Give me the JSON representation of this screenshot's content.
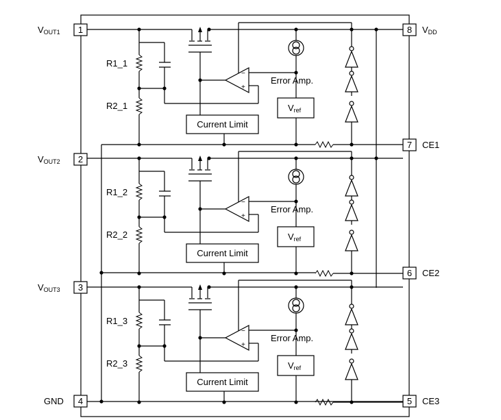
{
  "pins": {
    "vout1": {
      "number": "1",
      "label_main": "V",
      "label_sub": "OUT1"
    },
    "vout2": {
      "number": "2",
      "label_main": "V",
      "label_sub": "OUT2"
    },
    "vout3": {
      "number": "3",
      "label_main": "V",
      "label_sub": "OUT3"
    },
    "gnd": {
      "number": "4",
      "label": "GND"
    },
    "ce3": {
      "number": "5",
      "label": "CE3"
    },
    "ce2": {
      "number": "6",
      "label": "CE2"
    },
    "ce1": {
      "number": "7",
      "label": "CE1"
    },
    "vdd": {
      "number": "8",
      "label_main": "V",
      "label_sub": "DD"
    }
  },
  "channels": [
    {
      "r1": "R1_1",
      "r2": "R2_1",
      "error_amp": "Error Amp.",
      "vref_main": "V",
      "vref_sub": "ref",
      "current_limit": "Current Limit"
    },
    {
      "r1": "R1_2",
      "r2": "R2_2",
      "error_amp": "Error Amp.",
      "vref_main": "V",
      "vref_sub": "ref",
      "current_limit": "Current Limit"
    },
    {
      "r1": "R1_3",
      "r2": "R2_3",
      "error_amp": "Error Amp.",
      "vref_main": "V",
      "vref_sub": "ref",
      "current_limit": "Current Limit"
    }
  ],
  "amp_symbols": {
    "minus": "−",
    "plus": "+"
  }
}
